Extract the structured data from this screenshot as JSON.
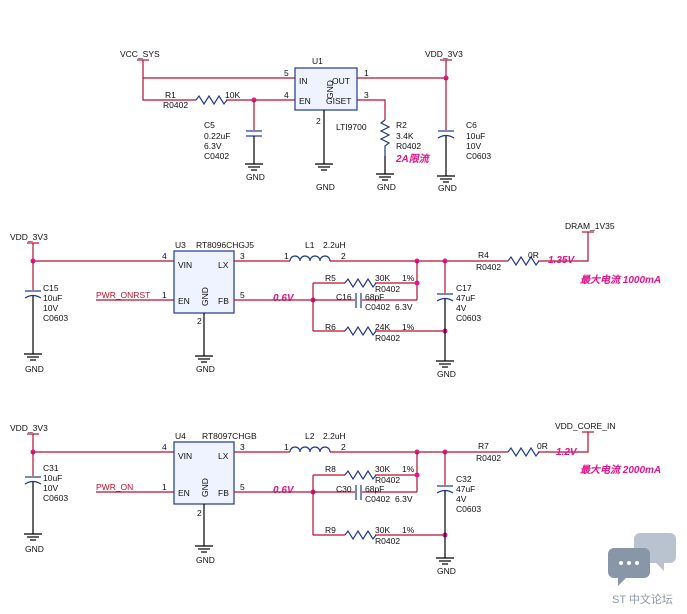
{
  "top": {
    "vcc": "VCC_SYS",
    "vdd": "VDD_3V3",
    "u1": {
      "ref": "U1",
      "part": "LTI9700",
      "in": "IN",
      "out": "OUT",
      "en": "EN",
      "gnd": "GND",
      "giset": "GISET",
      "p5": "5",
      "p4": "4",
      "p1": "1",
      "p3": "3",
      "p2": "2"
    },
    "r1": {
      "ref": "R1",
      "val": "10K",
      "pkg": "R0402"
    },
    "c5": {
      "ref": "C5",
      "val": "0.22uF",
      "volt": "6.3V",
      "pkg": "C0402"
    },
    "r2": {
      "ref": "R2",
      "val": "3.4K",
      "pkg": "R0402",
      "note": "2A限流"
    },
    "c6": {
      "ref": "C6",
      "val": "10uF",
      "volt": "10V",
      "pkg": "C0603"
    },
    "gnd": "GND"
  },
  "mid": {
    "vdd": "VDD_3V3",
    "out_net": "DRAM_1V35",
    "u3": {
      "ref": "U3",
      "part": "RT8096CHGJ5",
      "vin": "VIN",
      "lx": "LX",
      "en": "EN",
      "gnd": "GND",
      "fb": "FB",
      "p4": "4",
      "p3": "3",
      "p1": "1",
      "p5": "5",
      "p2": "2"
    },
    "l1": {
      "ref": "L1",
      "val": "2.2uH",
      "p1": "1",
      "p2": "2"
    },
    "c15": {
      "ref": "C15",
      "val": "10uF",
      "volt": "10V",
      "pkg": "C0603"
    },
    "en_net": "PWR_ONRST",
    "fb_v": "0.6V",
    "r5": {
      "ref": "R5",
      "val": "30K",
      "tol": "1%",
      "pkg": "R0402"
    },
    "c16": {
      "ref": "C16",
      "val": "68pF",
      "pkg": "C0402",
      "volt": "6.3V"
    },
    "r6": {
      "ref": "R6",
      "val": "24K",
      "tol": "1%",
      "pkg": "R0402"
    },
    "c17": {
      "ref": "C17",
      "val": "47uF",
      "volt": "4V",
      "pkg": "C0603"
    },
    "r4": {
      "ref": "R4",
      "val": "0R",
      "pkg": "R0402"
    },
    "vout": "1.35V",
    "imax": "最大电流 1000mA",
    "gnd": "GND"
  },
  "bot": {
    "vdd": "VDD_3V3",
    "out_net": "VDD_CORE_IN",
    "u4": {
      "ref": "U4",
      "part": "RT8097CHGB",
      "vin": "VIN",
      "lx": "LX",
      "en": "EN",
      "gnd": "GND",
      "fb": "FB",
      "p4": "4",
      "p3": "3",
      "p1": "1",
      "p5": "5",
      "p2": "2"
    },
    "l2": {
      "ref": "L2",
      "val": "2.2uH",
      "p1": "1",
      "p2": "2"
    },
    "c31": {
      "ref": "C31",
      "val": "10uF",
      "volt": "10V",
      "pkg": "C0603"
    },
    "en_net": "PWR_ON",
    "fb_v": "0.6V",
    "r8": {
      "ref": "R8",
      "val": "30K",
      "tol": "1%",
      "pkg": "R0402"
    },
    "c30": {
      "ref": "C30",
      "val": "68pF",
      "pkg": "C0402",
      "volt": "6.3V"
    },
    "r9": {
      "ref": "R9",
      "val": "30K",
      "tol": "1%",
      "pkg": "R0402"
    },
    "c32": {
      "ref": "C32",
      "val": "47uF",
      "volt": "4V",
      "pkg": "C0603"
    },
    "r7": {
      "ref": "R7",
      "val": "0R",
      "pkg": "R0402"
    },
    "vout": "1.2V",
    "imax": "最大电流 2000mA",
    "gnd": "GND"
  },
  "watermark": "ST 中文论坛",
  "colors": {
    "wire": "#b5122f",
    "junction": "#e0168a",
    "component": "#1f3a8a"
  }
}
